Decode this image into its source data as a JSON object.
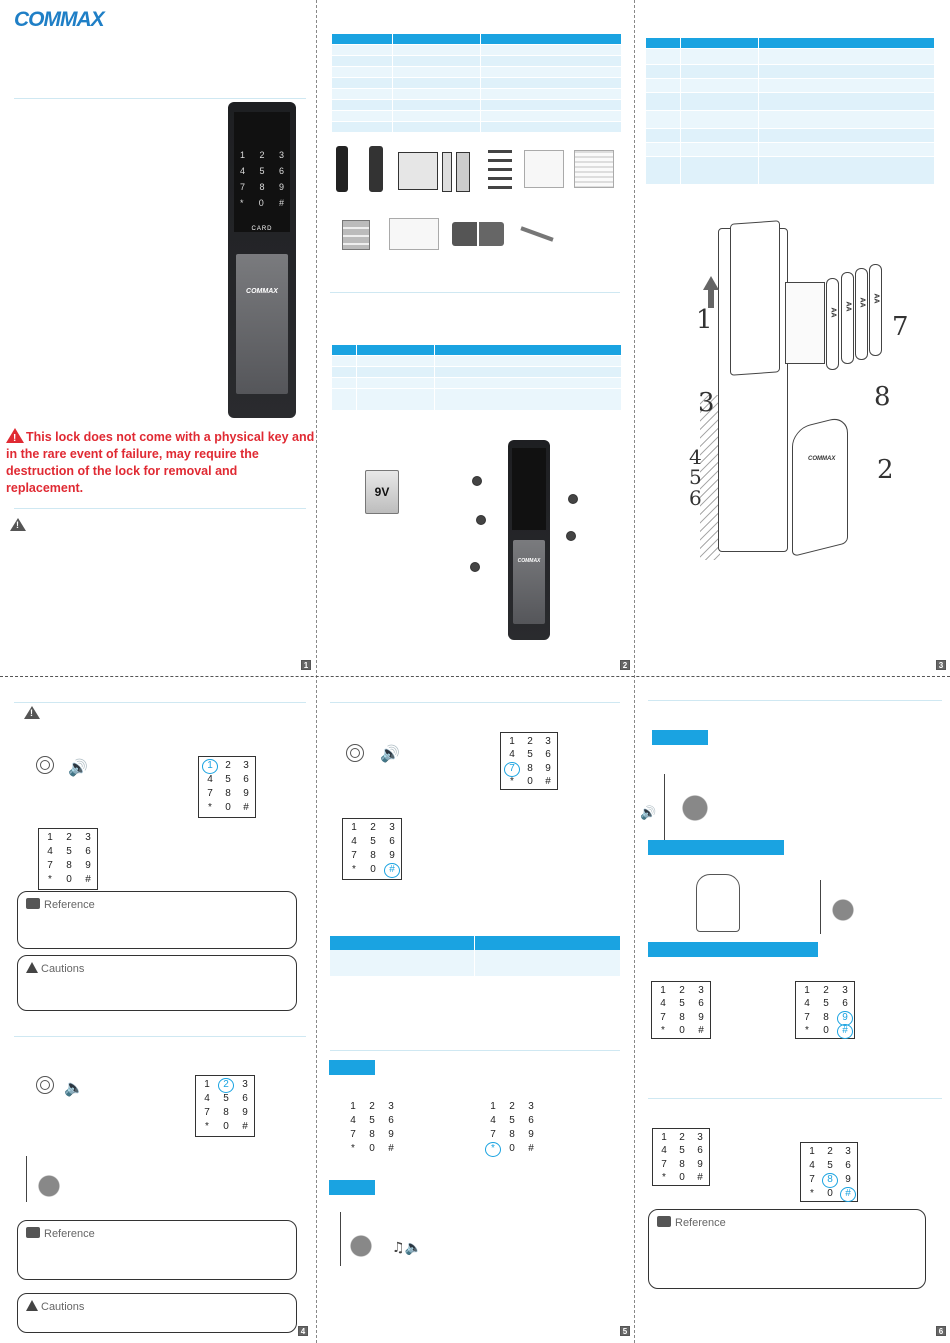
{
  "brand": "COMMAX",
  "warning_text": "This lock does not come with a physical key and in the rare event of failure, may require the destruction of the lock for removal and replacement.",
  "device": {
    "logo": "COMMAX",
    "card_label": "CARD"
  },
  "battery": {
    "label": "9V"
  },
  "aa_label": "AA",
  "callouts": [
    "1",
    "2",
    "3",
    "4",
    "5",
    "6",
    "7",
    "8"
  ],
  "ref_label": "Reference",
  "caution_label": "Cautions",
  "keypad": [
    [
      "1",
      "2",
      "3"
    ],
    [
      "4",
      "5",
      "6"
    ],
    [
      "7",
      "8",
      "9"
    ],
    [
      "*",
      "0",
      "#"
    ]
  ],
  "page_numbers": [
    "1",
    "2",
    "3",
    "4",
    "5",
    "6"
  ]
}
